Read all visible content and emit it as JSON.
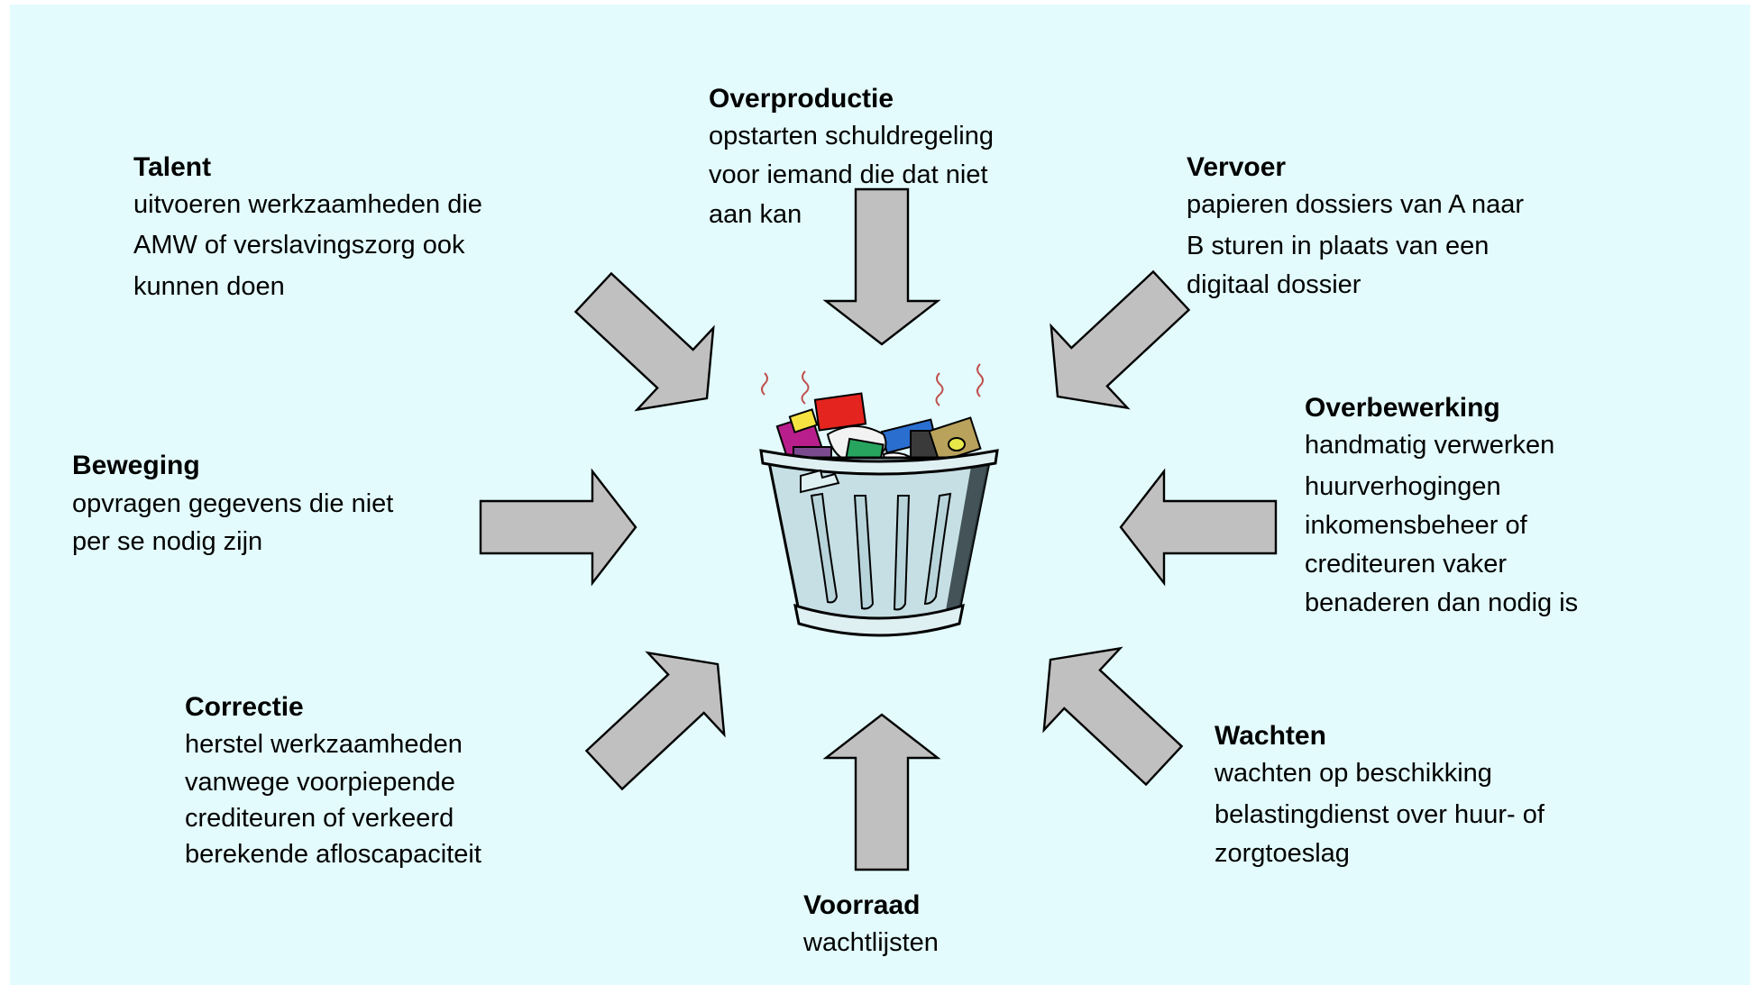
{
  "diagram": {
    "colors": {
      "background": "#e3fbfc",
      "arrow_fill": "#c0c0c0",
      "arrow_stroke": "#000000"
    },
    "center_icon": "trash-can-icon",
    "blocks": [
      {
        "id": "talent",
        "title": "Talent",
        "lines": [
          "uitvoeren werkzaamheden die",
          "AMW of verslavingszorg ook",
          "kunnen doen"
        ]
      },
      {
        "id": "overproductie",
        "title": "Overproductie",
        "lines": [
          "opstarten schuldregeling",
          "voor iemand die dat niet",
          "aan kan"
        ]
      },
      {
        "id": "vervoer",
        "title": "Vervoer",
        "lines": [
          "papieren dossiers van A naar",
          "B sturen in plaats van een",
          "digitaal dossier"
        ]
      },
      {
        "id": "beweging",
        "title": "Beweging",
        "lines": [
          "opvragen gegevens die niet",
          "per se nodig zijn"
        ]
      },
      {
        "id": "overbewerking",
        "title": "Overbewerking",
        "lines": [
          "handmatig verwerken",
          "huurverhogingen",
          "inkomensbeheer of",
          "crediteuren vaker",
          "benaderen dan nodig is"
        ]
      },
      {
        "id": "correctie",
        "title": "Correctie",
        "lines": [
          "herstel werkzaamheden",
          "vanwege voorpiepende",
          "crediteuren of verkeerd",
          "berekende afloscapaciteit"
        ]
      },
      {
        "id": "wachten",
        "title": "Wachten",
        "lines": [
          "wachten op beschikking",
          "belastingdienst over huur- of",
          "zorgtoeslag"
        ]
      },
      {
        "id": "voorraad",
        "title": "Voorraad",
        "lines": [
          "wachtlijsten"
        ]
      }
    ]
  }
}
